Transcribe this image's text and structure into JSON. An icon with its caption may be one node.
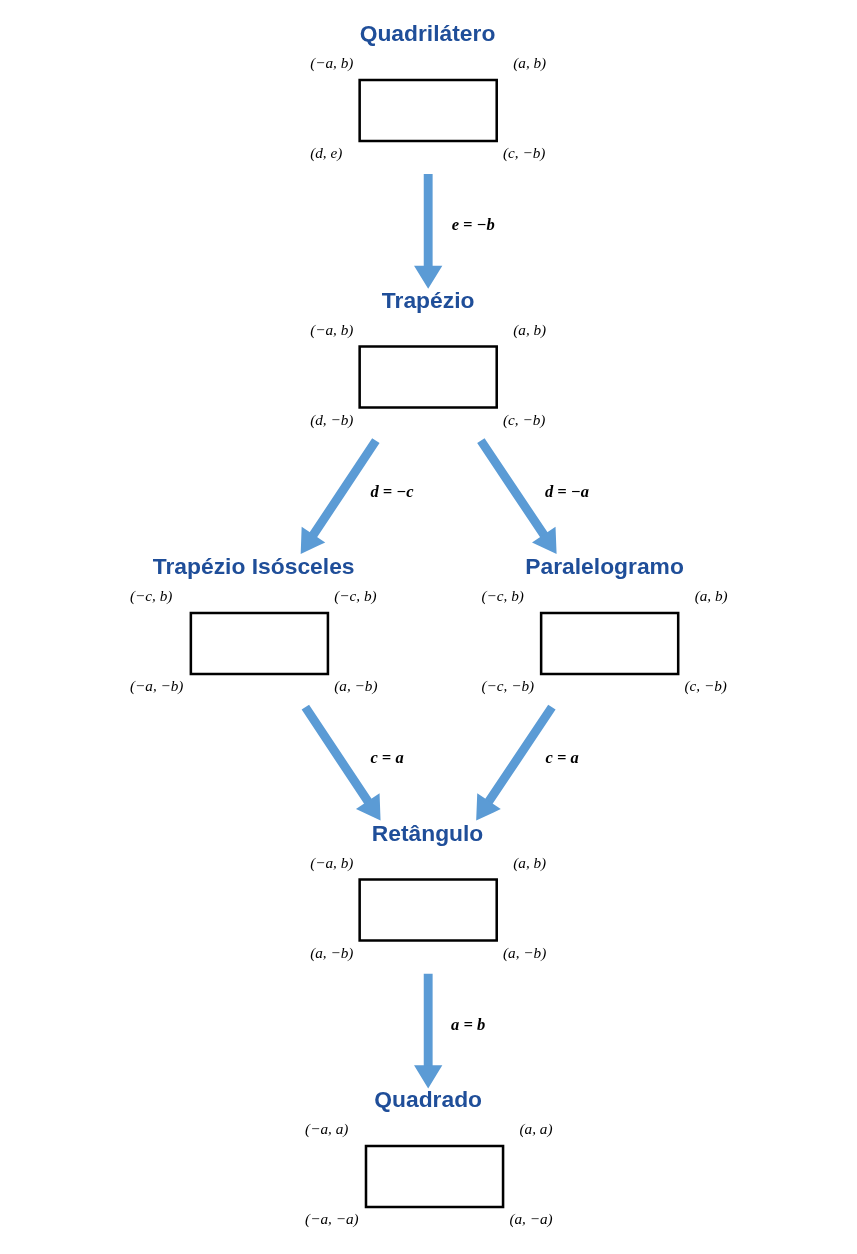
{
  "diagram": {
    "nodes": [
      {
        "text": [
          "Quadrilátero",
          "(−a, b)",
          "(a, b)",
          "(c, −b)",
          "(d, e)"
        ]
      },
      {
        "text": [
          "Trapézio",
          "(−a, b)",
          "(a, b)",
          "(d, −b)",
          "(c, −b)"
        ]
      },
      {
        "text": [
          "Trapézio Isósceles",
          "(−c, b)",
          "(−c, b)",
          "(−a, −b)",
          "(a, −b)"
        ]
      },
      {
        "text": [
          "Paralelogramo",
          "(−c, b)",
          "(a, b)",
          "(−c, −b)",
          "(c, −b)"
        ]
      },
      {
        "text": [
          "Retângulo",
          "(−a, b)",
          "(a, b)",
          "(a, −b)",
          "(a, −b)"
        ]
      },
      {
        "text": [
          "Quadrado",
          "(−a, a)",
          "(a, a)",
          "(−a, −a)",
          "(a, −a)"
        ]
      }
    ],
    "edges": [
      {
        "from": 0,
        "to": 1,
        "arrow": "to",
        "label": "e = −b"
      },
      {
        "from": 1,
        "to": 2,
        "arrow": "to",
        "label": "d = −c"
      },
      {
        "from": 1,
        "to": 3,
        "arrow": "to",
        "label": "d = −a"
      },
      {
        "from": 2,
        "to": 4,
        "arrow": "to",
        "label": "c = a"
      },
      {
        "from": 3,
        "to": 4,
        "arrow": "to",
        "label": "c = a"
      },
      {
        "from": 4,
        "to": 5,
        "arrow": "to",
        "label": "a = b"
      }
    ]
  }
}
